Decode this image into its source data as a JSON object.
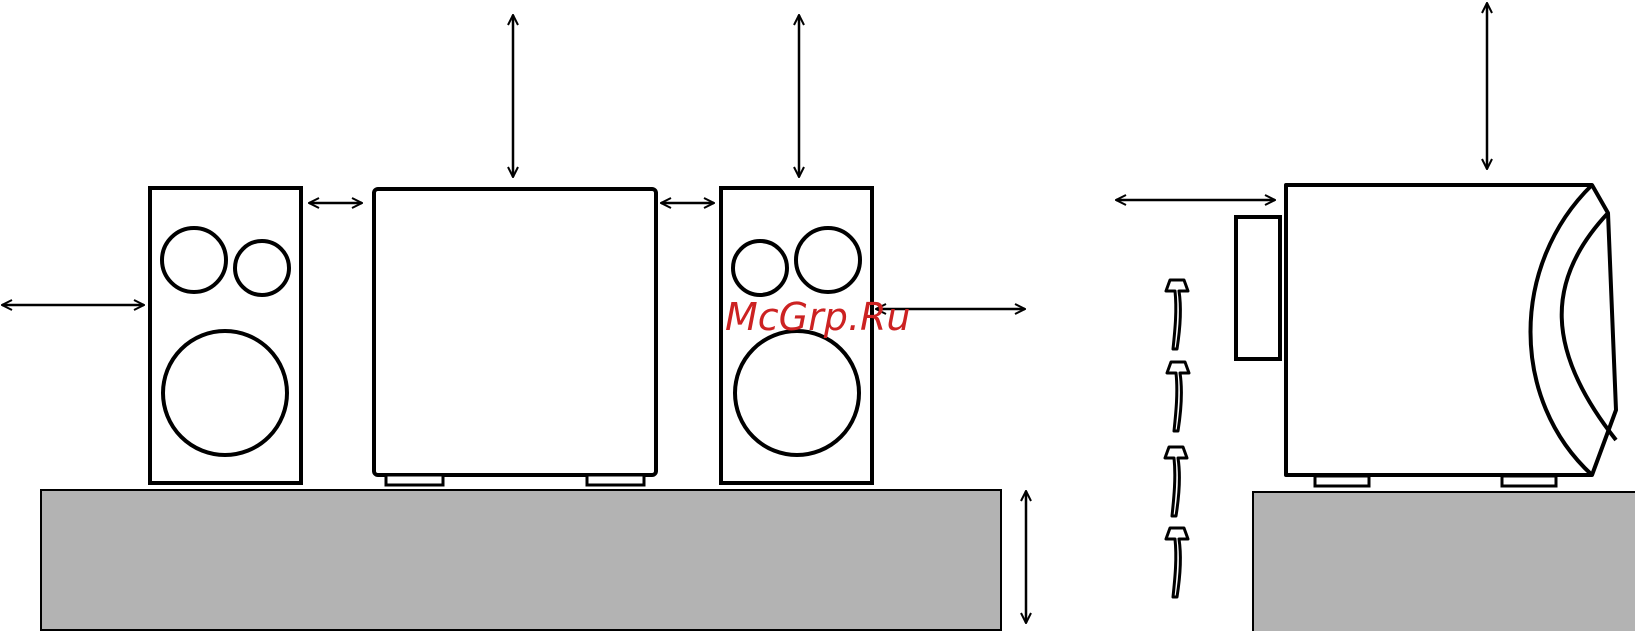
{
  "watermark": {
    "text": "McGrp.Ru",
    "color": "#cc2222"
  },
  "colors": {
    "stroke": "#000000",
    "shelf": "#b3b3b3",
    "background": "#ffffff"
  },
  "front_view": {
    "components": [
      "left-speaker",
      "main-unit",
      "right-speaker"
    ],
    "shelf": "shelf-front",
    "clearance_arrows": [
      "left-side",
      "left-gap",
      "unit-top",
      "right-gap",
      "right-speaker-top",
      "right-side",
      "shelf-height"
    ]
  },
  "side_view": {
    "components": [
      "main-unit-side",
      "rear-panel"
    ],
    "shelf": "shelf-side",
    "clearance_arrows": [
      "rear",
      "top"
    ],
    "airflow_arrows": 4
  }
}
